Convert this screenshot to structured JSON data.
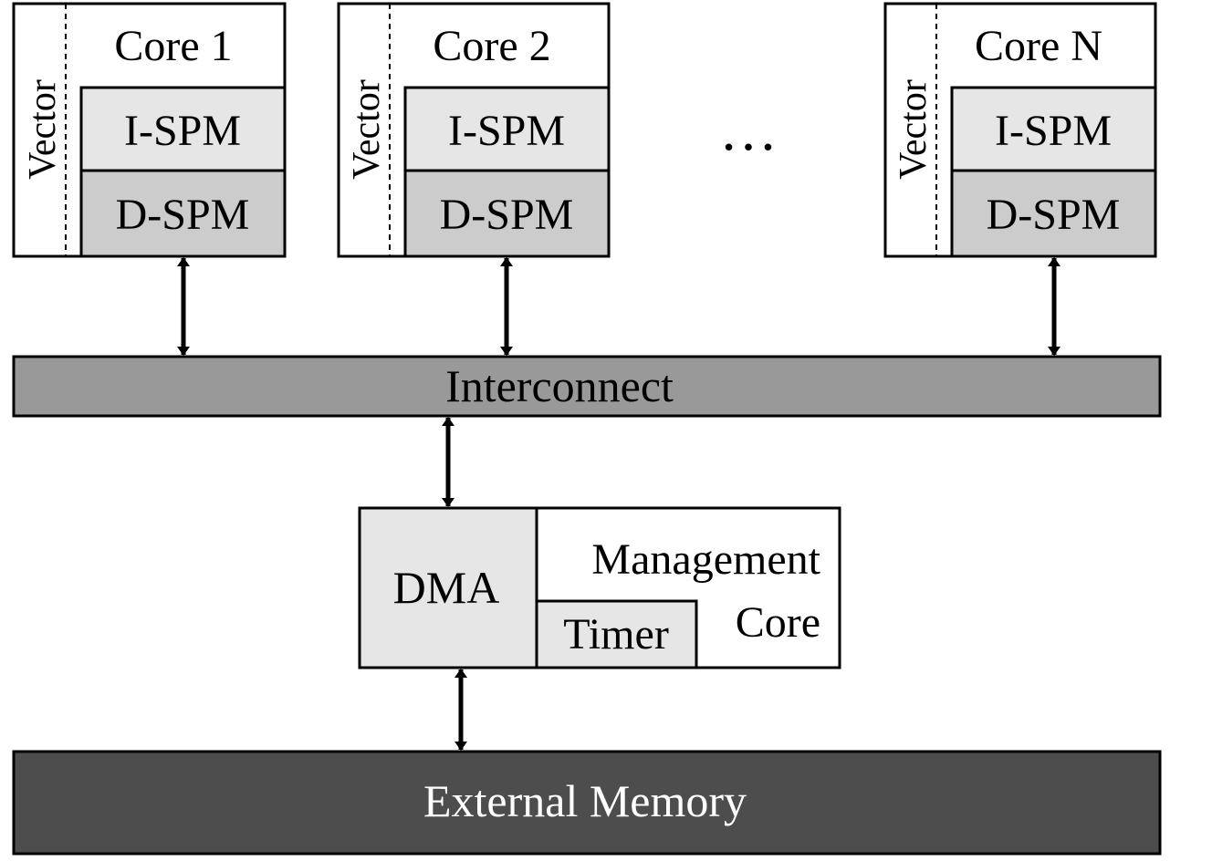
{
  "cores": [
    {
      "title": "Core 1",
      "vector": "Vector",
      "ispm": "I-SPM",
      "dspm": "D-SPM"
    },
    {
      "title": "Core 2",
      "vector": "Vector",
      "ispm": "I-SPM",
      "dspm": "D-SPM"
    },
    {
      "title": "Core N",
      "vector": "Vector",
      "ispm": "I-SPM",
      "dspm": "D-SPM"
    }
  ],
  "ellipsis": "…",
  "interconnect": {
    "label": "Interconnect"
  },
  "management": {
    "dma_label": "DMA",
    "line1": "Management",
    "line2": "Core",
    "timer_label": "Timer"
  },
  "external_memory": {
    "label": "External Memory"
  },
  "colors": {
    "white": "#ffffff",
    "ispm": "#e6e6e6",
    "dspm": "#cccccc",
    "dma": "#e6e6e6",
    "timer": "#e6e6e6",
    "interconnect": "#999999",
    "external_memory": "#4d4d4d",
    "stroke": "#000000",
    "text_light": "#ffffff"
  }
}
